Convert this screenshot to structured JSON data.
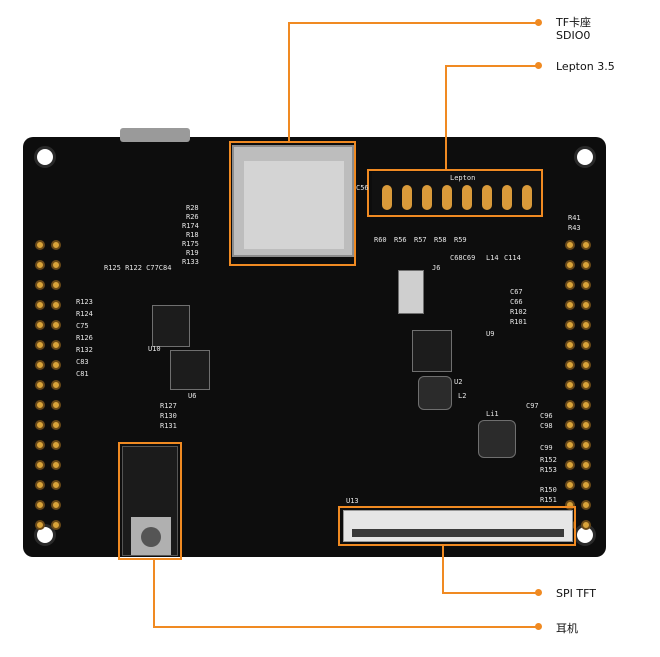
{
  "callouts": {
    "tf_card": {
      "line1": "TF卡座",
      "line2": "SDIO0"
    },
    "lepton": "Lepton 3.5",
    "spi_tft": "SPI TFT",
    "earphone": "耳机"
  },
  "silkscreen": {
    "lepton_mark": "Lepton",
    "u13": "U13",
    "u6": "U6",
    "u10": "U10",
    "u9": "U9",
    "u2": "U2",
    "l2": "L2",
    "li1": "Li1",
    "j6": "J6",
    "left_refs": [
      "R125 R122 C77C84",
      "R123",
      "R124",
      "C75",
      "R126",
      "R132",
      "C83",
      "C81"
    ],
    "top_refs": [
      "R28",
      "R26",
      "R174",
      "R18",
      "R175",
      "R19",
      "R133"
    ],
    "right_refs": [
      "C67",
      "C66",
      "R102",
      "R101"
    ],
    "bottom_refs": [
      "R127",
      "R130",
      "R131"
    ],
    "right_bottom_refs": [
      "C97",
      "C96",
      "C98",
      "C99",
      "R152",
      "R153",
      "R150",
      "R151"
    ],
    "misc_refs": [
      "C68C69",
      "L14",
      "C114",
      "R41",
      "R43",
      "R60",
      "R56",
      "R57",
      "R58",
      "R59",
      "C56"
    ]
  },
  "colors": {
    "accent": "#f08a22",
    "board": "#0d0d0d",
    "pin": "#d9a33a"
  }
}
